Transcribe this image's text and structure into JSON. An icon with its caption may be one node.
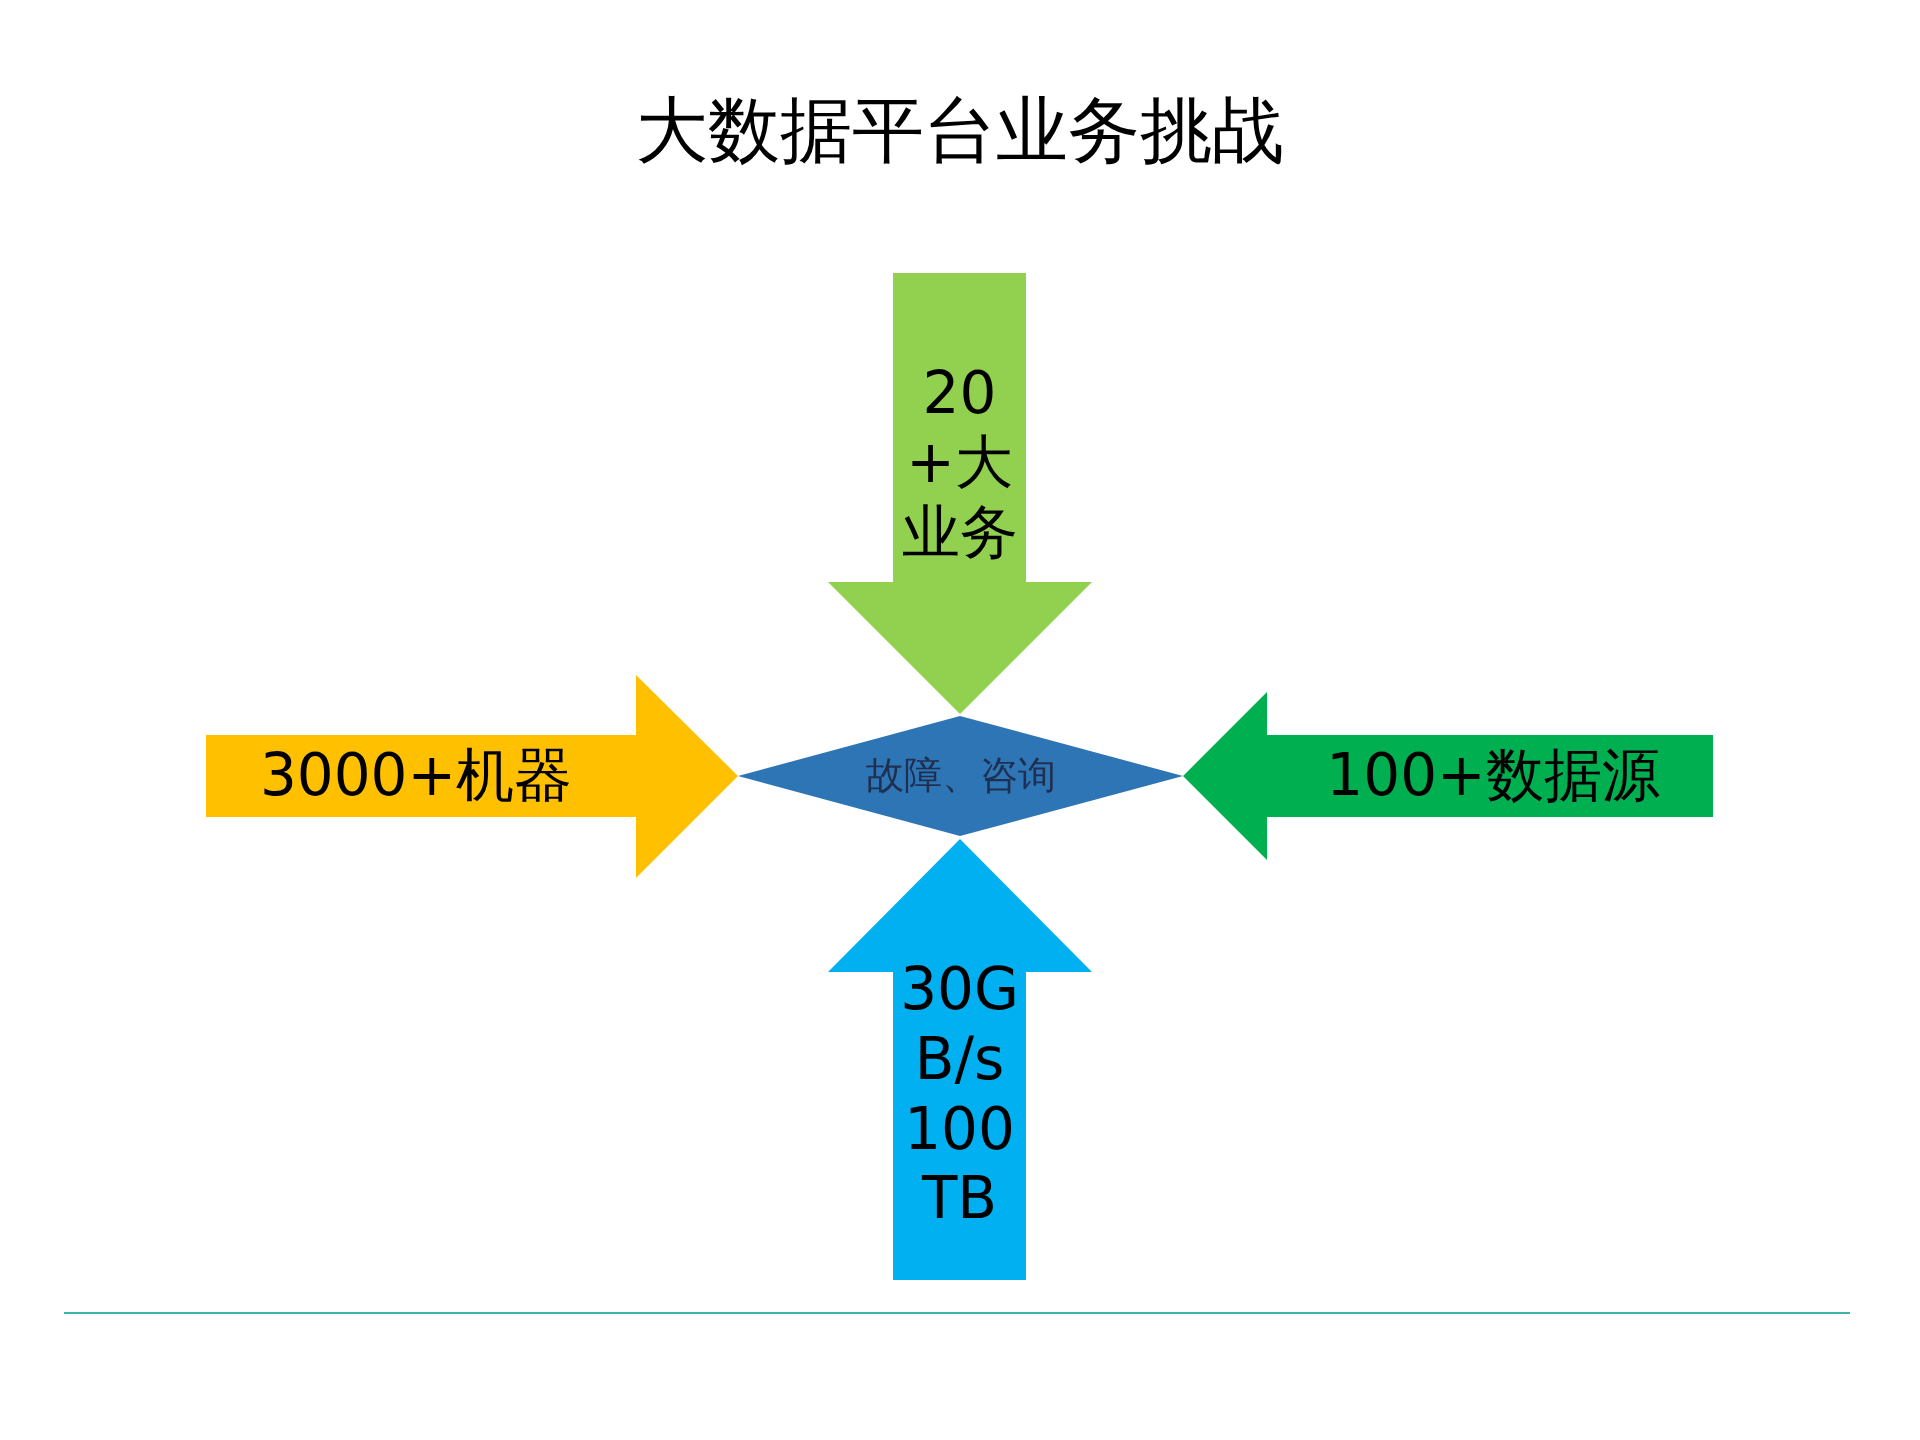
{
  "diagram": {
    "title": "大数据平台业务挑战",
    "nodes": [
      {
        "text": [
          "20+大业务"
        ]
      },
      {
        "text": [
          "3000+机器"
        ]
      },
      {
        "text": [
          "故障、咨询"
        ]
      },
      {
        "text": [
          "100+数据源"
        ]
      },
      {
        "text": [
          "30GB/s 100TB"
        ]
      }
    ]
  }
}
